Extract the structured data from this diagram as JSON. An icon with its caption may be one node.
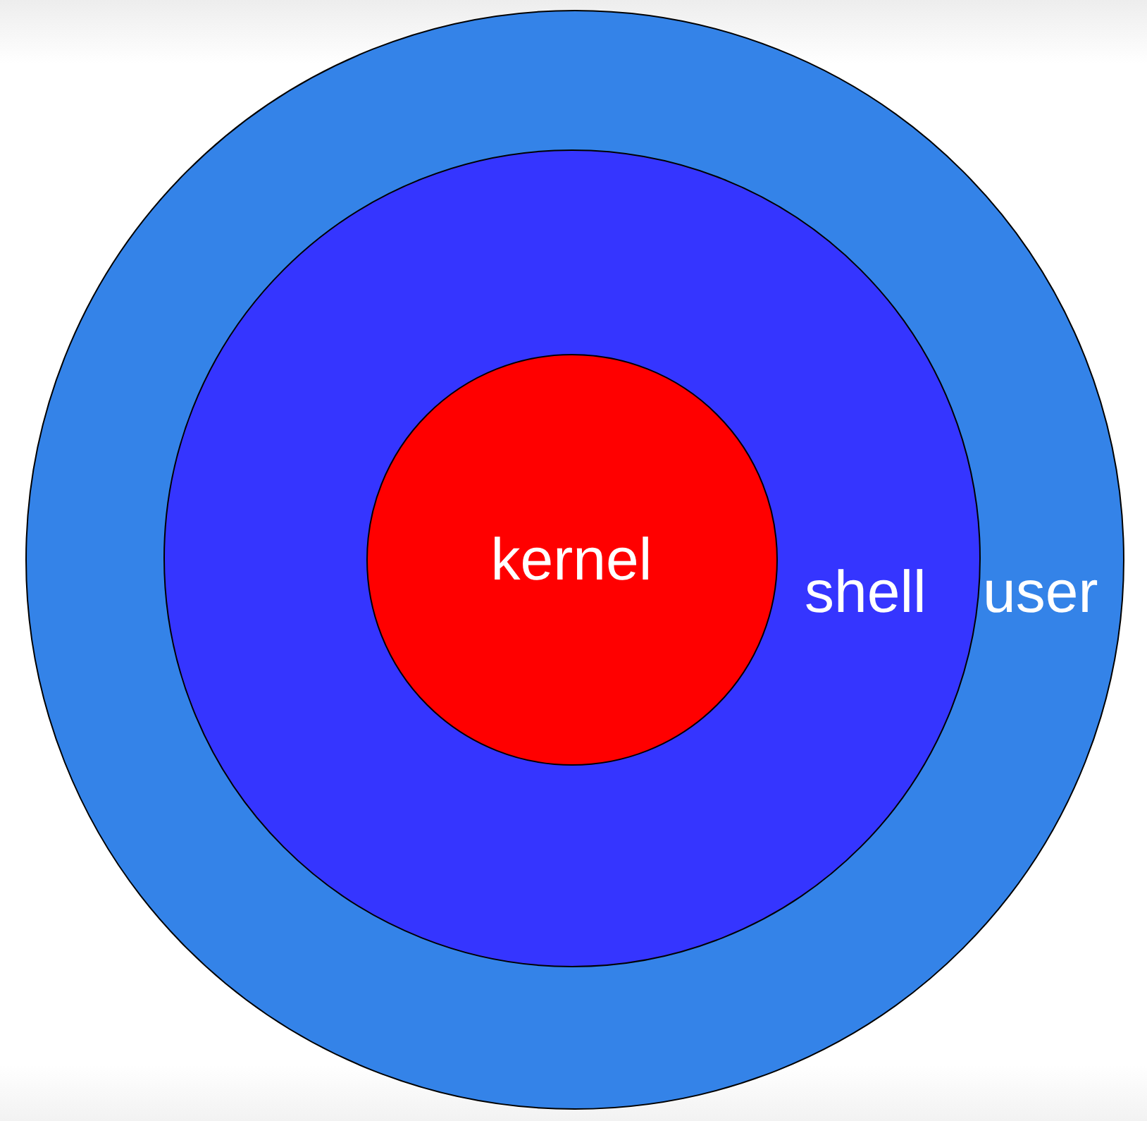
{
  "diagram": {
    "nodes": [
      {
        "text": [
          "user"
        ]
      },
      {
        "text": [
          "shell"
        ],
        "in": 0
      },
      {
        "text": [
          "kernel"
        ],
        "in": 1
      }
    ]
  }
}
